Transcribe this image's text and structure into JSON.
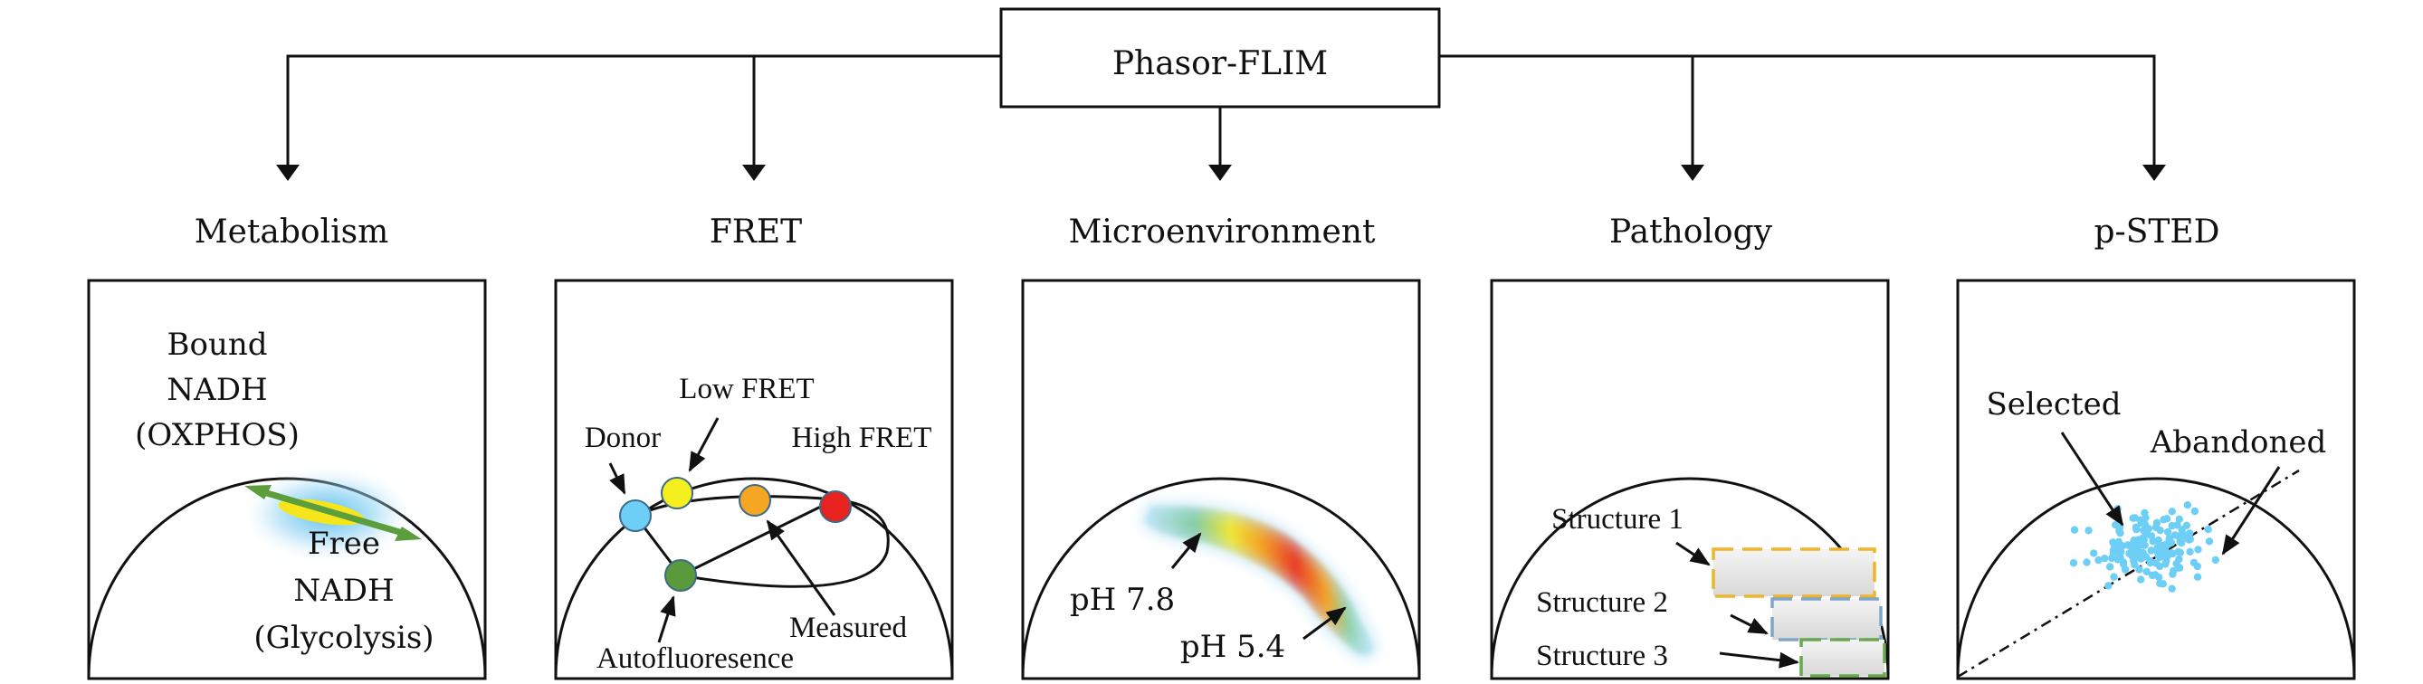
{
  "title": "Phasor-FLIM",
  "headings": [
    "Metabolism",
    "FRET",
    "Microenvironment",
    "Pathology",
    "p-STED"
  ],
  "metabolism": {
    "bound": [
      "Bound",
      "NADH",
      "(OXPHOS)"
    ],
    "free": [
      "Free",
      "NADH",
      "(Glycolysis)"
    ]
  },
  "fret": {
    "low": "Low FRET",
    "donor": "Donor",
    "high": "High FRET",
    "measured": "Measured",
    "auto": "Autofluoresence",
    "colors": {
      "donor": "#6ecff6",
      "low": "#f5ef1e",
      "mid": "#f5a623",
      "high": "#e8231f",
      "auto": "#5a9a3c"
    }
  },
  "micro": {
    "ph1": "pH 7.8",
    "ph2": "pH 5.4"
  },
  "pathology": {
    "s1": "Structure 1",
    "s2": "Structure 2",
    "s3": "Structure 3",
    "colors": [
      "#f0b429",
      "#7fa6c8",
      "#6aa84f"
    ]
  },
  "psted": {
    "selected": "Selected",
    "abandoned": "Abandoned",
    "dot_color": "#6ecff6"
  }
}
